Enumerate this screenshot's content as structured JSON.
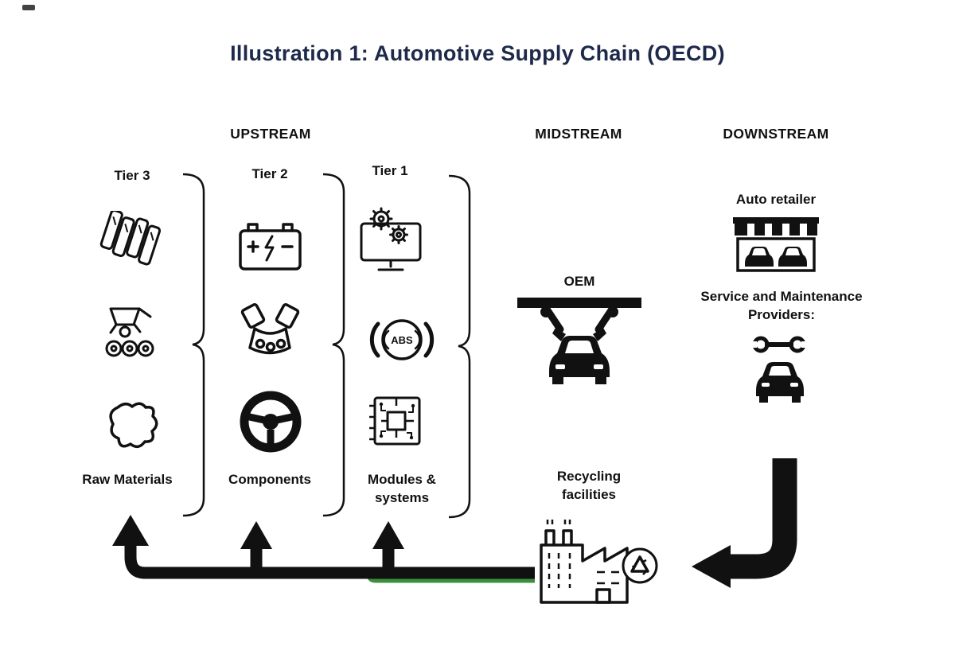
{
  "title": "Illustration 1: Automotive Supply Chain (OECD)",
  "colors": {
    "title_navy": "#1e2a4a",
    "ink": "#111111",
    "accent_green": "#3c8f3c"
  },
  "stages": {
    "upstream": "UPSTREAM",
    "midstream": "MIDSTREAM",
    "downstream": "DOWNSTREAM"
  },
  "tiers": [
    {
      "label": "Tier 3",
      "category": "Raw Materials",
      "icons": [
        "metal-sheets",
        "wheelbarrow-with-logs",
        "leather-hide"
      ]
    },
    {
      "label": "Tier 2",
      "category": "Components",
      "icons": [
        "car-battery",
        "engine",
        "steering-wheel"
      ]
    },
    {
      "label": "Tier 1",
      "category": "Modules & systems",
      "icons": [
        "computer-with-gears",
        "abs-brake-system",
        "circuit-board"
      ]
    }
  ],
  "midstream": {
    "oem_label": "OEM",
    "oem_icon": "robotic-assembly-of-car",
    "recycling_label": "Recycling facilities",
    "recycling_icon": "recycling-factory"
  },
  "downstream": {
    "auto_retailer_label": "Auto retailer",
    "auto_retailer_icon": "storefront-with-cars",
    "service_label": "Service and Maintenance Providers:",
    "service_icon": "car-with-wrench"
  },
  "flows": {
    "recycling_return": "recycled materials back to tiers 1-3",
    "end_of_life": "downstream vehicles to recycling facilities"
  },
  "abs_badge_text": "ABS"
}
